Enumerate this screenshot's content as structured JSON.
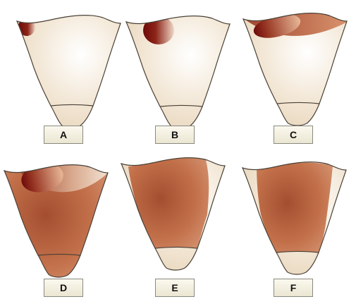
{
  "panels": [
    {
      "label": "A"
    },
    {
      "label": "B"
    },
    {
      "label": "C"
    },
    {
      "label": "D"
    },
    {
      "label": "E"
    },
    {
      "label": "F"
    }
  ],
  "colors": {
    "tissue_light": "#f2e6d4",
    "tissue_highlight": "#ffffff",
    "outline": "#4a4036",
    "blood_light": "#d89a78",
    "blood_dark": "#a44e30",
    "clot_dark": "#6e0a0a",
    "clot_light": "#f0d8c8"
  }
}
